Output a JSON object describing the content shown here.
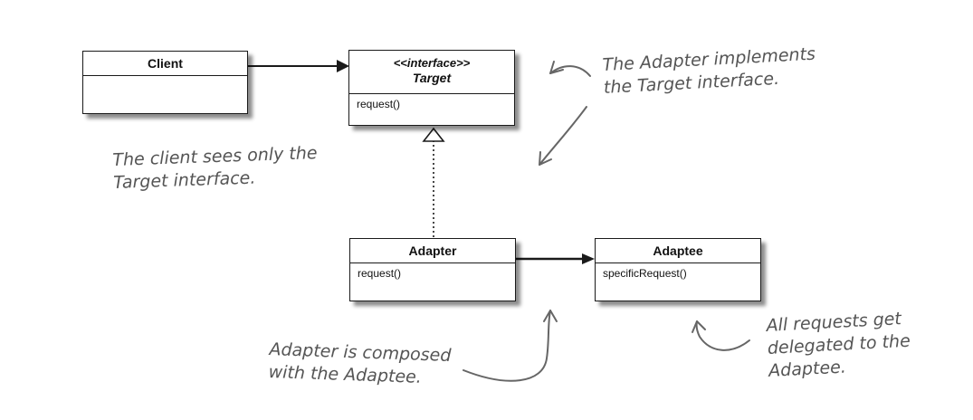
{
  "classes": {
    "client": {
      "name": "Client",
      "methods": []
    },
    "target": {
      "stereotype": "<<interface>>",
      "name": "Target",
      "methods": [
        "request()"
      ]
    },
    "adapter": {
      "name": "Adapter",
      "methods": [
        "request()"
      ]
    },
    "adaptee": {
      "name": "Adaptee",
      "methods": [
        "specificRequest()"
      ]
    }
  },
  "notes": {
    "adapter_implements": [
      "The Adapter implements",
      "the Target interface."
    ],
    "client_sees": [
      "The client sees only the",
      "Target interface."
    ],
    "composed": [
      "Adapter is composed",
      "with the Adaptee."
    ],
    "delegated": [
      "All requests get",
      "delegated to the",
      "Adaptee."
    ]
  },
  "colors": {
    "line": "#1a1a1a",
    "note_text": "#555555",
    "note_arrow": "#666666"
  }
}
